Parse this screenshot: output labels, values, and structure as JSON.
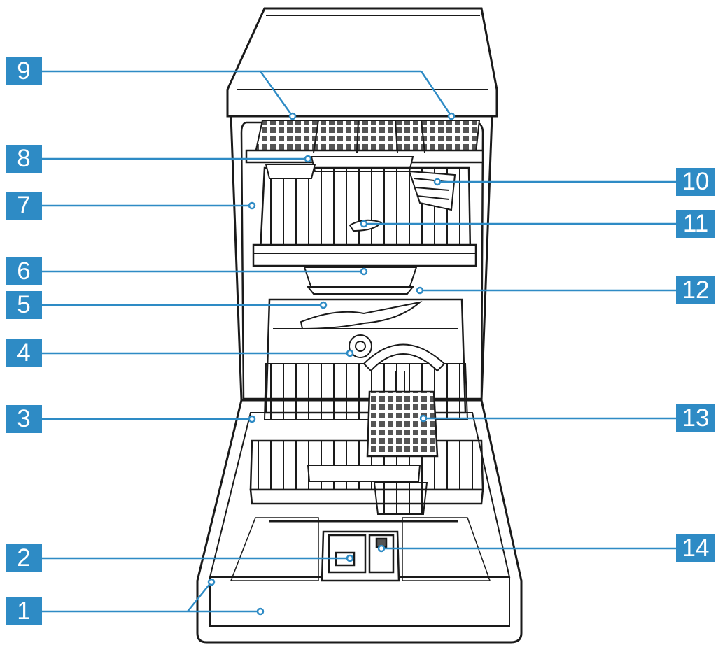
{
  "callouts": [
    {
      "label": "1"
    },
    {
      "label": "2"
    },
    {
      "label": "3"
    },
    {
      "label": "4"
    },
    {
      "label": "5"
    },
    {
      "label": "6"
    },
    {
      "label": "7"
    },
    {
      "label": "8"
    },
    {
      "label": "9"
    },
    {
      "label": "10"
    },
    {
      "label": "11"
    },
    {
      "label": "12"
    },
    {
      "label": "13"
    },
    {
      "label": "14"
    }
  ],
  "colors": {
    "badge": "#2e8bc5",
    "line": "#2e8bc5",
    "outline": "#1a1a1a",
    "fill": "#f2f2f2"
  }
}
